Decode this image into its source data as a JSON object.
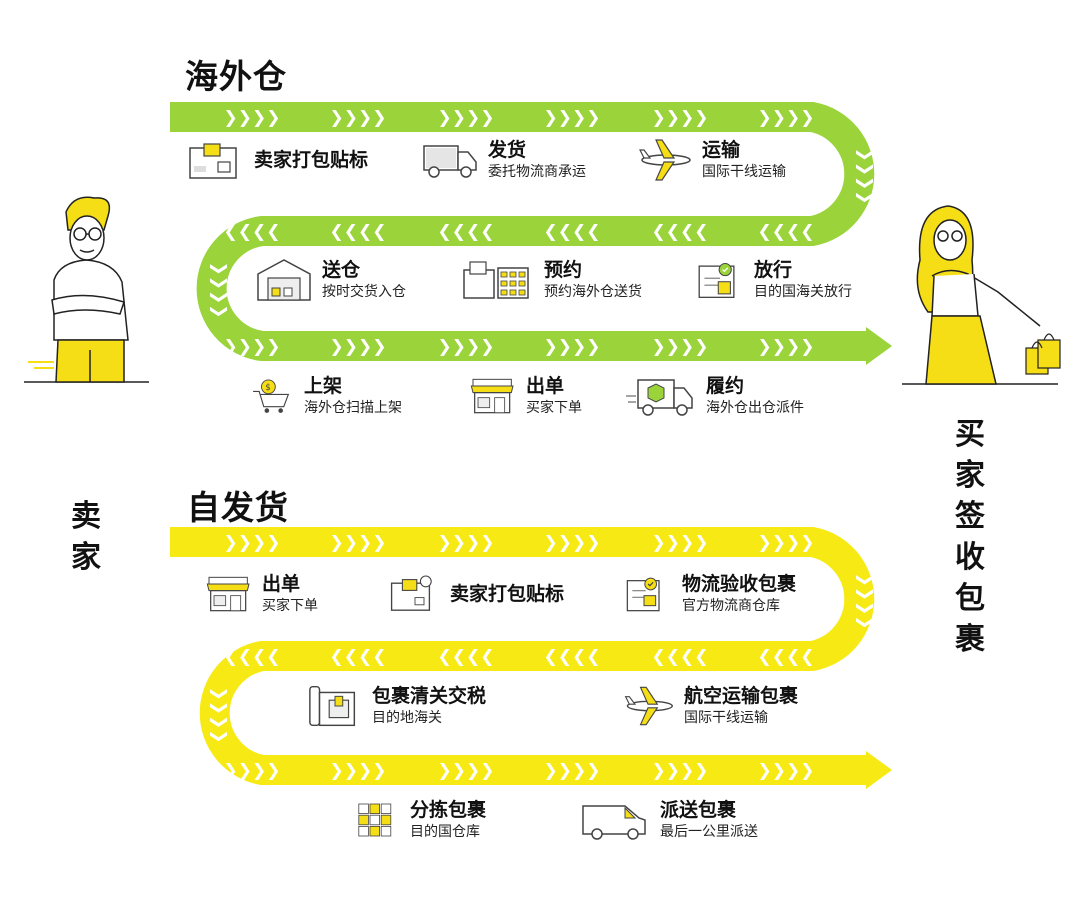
{
  "seller_label": "卖家",
  "buyer_label": "买家签收包裹",
  "colors": {
    "overseas": "#9ad43a",
    "self": "#f7ea14",
    "accent": "#f5de16"
  },
  "overseas": {
    "title": "海外仓",
    "steps": [
      {
        "title": "卖家打包贴标",
        "sub": "",
        "icon": "package-label-icon"
      },
      {
        "title": "发货",
        "sub": "委托物流商承运",
        "icon": "truck-icon"
      },
      {
        "title": "运输",
        "sub": "国际干线运输",
        "icon": "airplane-icon"
      },
      {
        "title": "送仓",
        "sub": "按时交货入仓",
        "icon": "warehouse-icon"
      },
      {
        "title": "预约",
        "sub": "预约海外仓送货",
        "icon": "calendar-boxes-icon"
      },
      {
        "title": "放行",
        "sub": "目的国海关放行",
        "icon": "customs-clearance-icon"
      },
      {
        "title": "上架",
        "sub": "海外仓扫描上架",
        "icon": "cart-icon"
      },
      {
        "title": "出单",
        "sub": "买家下单",
        "icon": "shop-icon"
      },
      {
        "title": "履约",
        "sub": "海外仓出仓派件",
        "icon": "delivery-truck-icon"
      }
    ]
  },
  "self_ship": {
    "title": "自发货",
    "steps": [
      {
        "title": "出单",
        "sub": "买家下单",
        "icon": "shop-icon"
      },
      {
        "title": "卖家打包贴标",
        "sub": "",
        "icon": "package-label-icon"
      },
      {
        "title": "物流验收包裹",
        "sub": "官方物流商仓库",
        "icon": "inspection-icon"
      },
      {
        "title": "包裹清关交税",
        "sub": "目的地海关",
        "icon": "customs-package-icon"
      },
      {
        "title": "航空运输包裹",
        "sub": "国际干线运输",
        "icon": "airplane-icon"
      },
      {
        "title": "分拣包裹",
        "sub": "目的国仓库",
        "icon": "sorting-boxes-icon"
      },
      {
        "title": "派送包裹",
        "sub": "最后一公里派送",
        "icon": "van-icon"
      }
    ]
  }
}
